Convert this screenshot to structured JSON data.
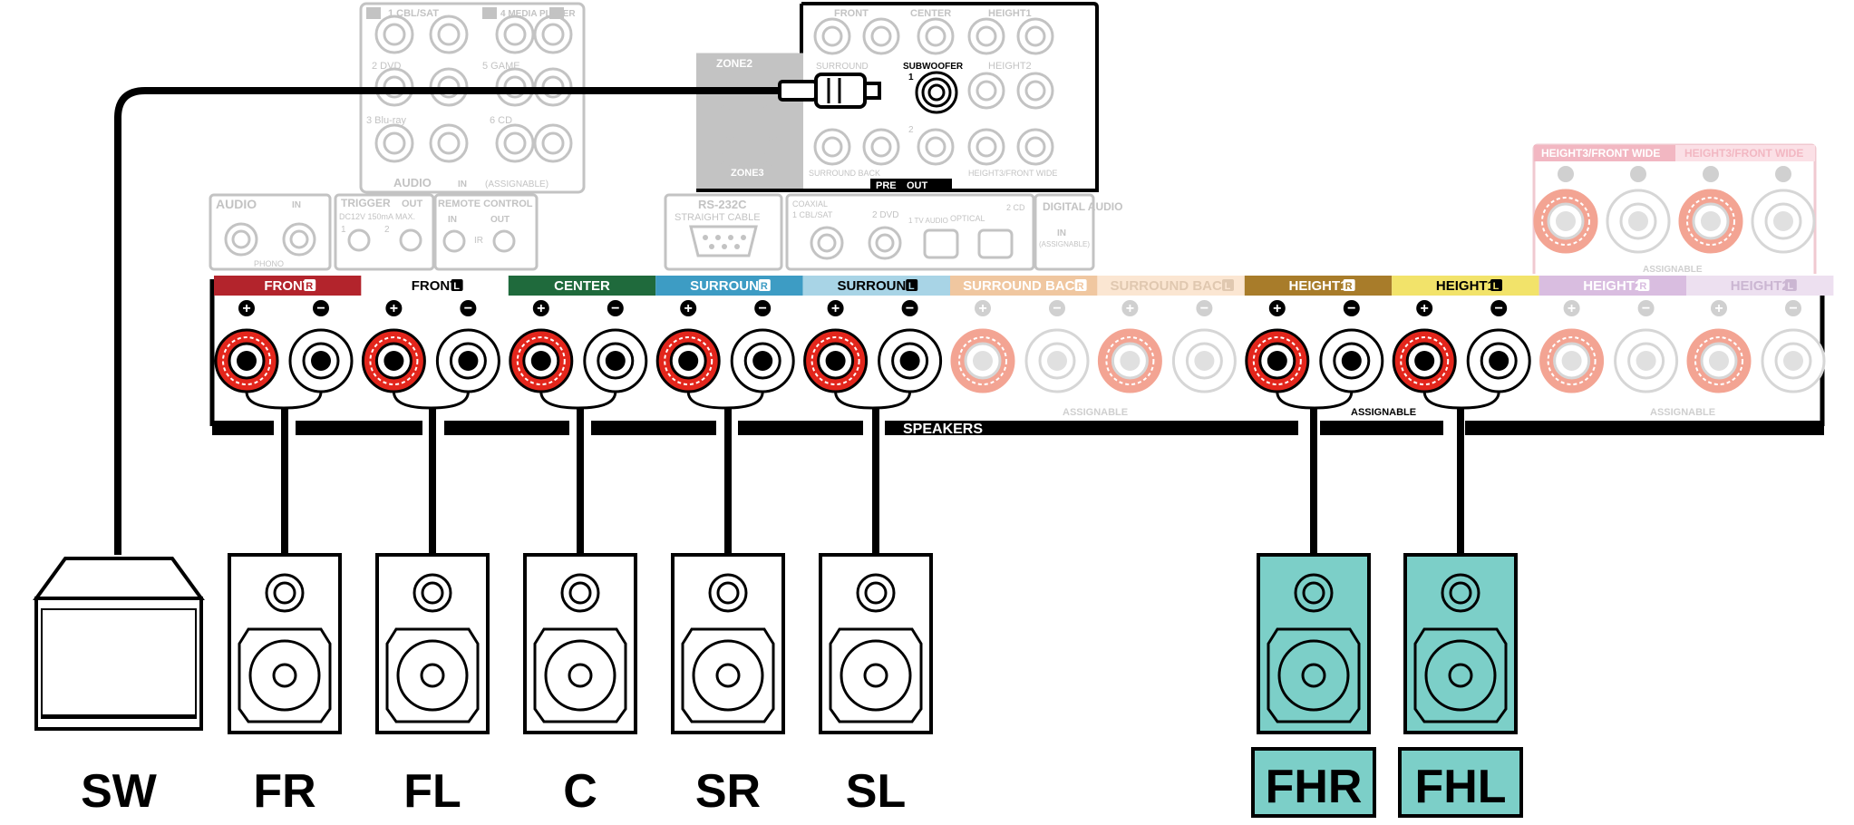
{
  "rear_panel": {
    "audio_in_labels": [
      "1 CBL/SAT",
      "4 MEDIA PLAYER",
      "2 DVD",
      "5 GAME",
      "3 Blu-ray",
      "6 CD"
    ],
    "audio_footer": "AUDIO",
    "audio_footer_in": "IN",
    "audio_footer_assignable": "(ASSIGNABLE)",
    "phono_title": "AUDIO",
    "phono_in": "IN",
    "phono_label": "PHONO",
    "trigger_title": "TRIGGER",
    "trigger_out": "OUT",
    "trigger_spec": "DC12V 150mA MAX.",
    "trigger_1": "1",
    "trigger_2": "2",
    "remote_title": "REMOTE CONTROL",
    "remote_in": "IN",
    "remote_out": "OUT",
    "remote_ir": "IR",
    "rs232_title": "RS-232C",
    "rs232_sub": "STRAIGHT CABLE",
    "coaxial": "COAXIAL",
    "coaxial_1": "1 CBL/SAT",
    "coaxial_2": "2 DVD",
    "optical": "OPTICAL",
    "optical_tv": "1 TV AUDIO",
    "optical_cd": "2 CD",
    "digital_audio": "DIGITAL AUDIO",
    "digital_in": "IN",
    "digital_assignable": "(ASSIGNABLE)",
    "zone2": "ZONE2",
    "zone3": "ZONE3",
    "pre_out_front": "FRONT",
    "pre_out_center": "CENTER",
    "pre_out_height1": "HEIGHT1",
    "pre_out_surround": "SURROUND",
    "pre_out_subwoofer": "SUBWOOFER",
    "pre_out_height2": "HEIGHT2",
    "pre_out_surround_back": "SURROUND BACK",
    "pre_out_height3": "HEIGHT3/FRONT WIDE",
    "pre_out_sub_1": "1",
    "pre_out_sub_2": "2",
    "pre_out_label": "PRE",
    "pre_out_label2": "OUT",
    "height3_right_label": "HEIGHT3/FRONT WIDE",
    "height3_left_label": "HEIGHT3/FRONT WIDE",
    "assignable_small": "ASSIGNABLE",
    "speakers_label": "SPEAKERS",
    "assignable_1": "ASSIGNABLE",
    "assignable_2": "ASSIGNABLE",
    "assignable_3": "ASSIGNABLE",
    "ch_r": "R",
    "ch_l": "L"
  },
  "channels": [
    {
      "label": "FRONT",
      "side": "R",
      "color": "#b3242c",
      "text": "#ffffff",
      "active": true
    },
    {
      "label": "FRONT",
      "side": "L",
      "color": "#ffffff",
      "text": "#000000",
      "active": true
    },
    {
      "label": "CENTER",
      "side": "",
      "color": "#1f6a3c",
      "text": "#ffffff",
      "active": true
    },
    {
      "label": "SURROUND",
      "side": "R",
      "color": "#3d9cc4",
      "text": "#ffffff",
      "active": true
    },
    {
      "label": "SURROUND",
      "side": "L",
      "color": "#a8d4e6",
      "text": "#000000",
      "active": true
    },
    {
      "label": "SURROUND BACK",
      "side": "R",
      "color": "#f0c7a0",
      "text": "#ffffff",
      "active": false
    },
    {
      "label": "SURROUND BACK",
      "side": "L",
      "color": "#fbe6d2",
      "text": "#e0c8b0",
      "active": false
    },
    {
      "label": "HEIGHT1",
      "side": "R",
      "color": "#a87c2a",
      "text": "#ffffff",
      "active": true
    },
    {
      "label": "HEIGHT1",
      "side": "L",
      "color": "#f2e36a",
      "text": "#000000",
      "active": true
    },
    {
      "label": "HEIGHT2",
      "side": "R",
      "color": "#d9bde0",
      "text": "#ffffff",
      "active": false
    },
    {
      "label": "HEIGHT2",
      "side": "L",
      "color": "#ede0f0",
      "text": "#cbb6d2",
      "active": false
    }
  ],
  "speakers": [
    {
      "label": "SW",
      "type": "subwoofer",
      "teal": false
    },
    {
      "label": "FR",
      "type": "speaker",
      "teal": false
    },
    {
      "label": "FL",
      "type": "speaker",
      "teal": false
    },
    {
      "label": "C",
      "type": "speaker",
      "teal": false
    },
    {
      "label": "SR",
      "type": "speaker",
      "teal": false
    },
    {
      "label": "SL",
      "type": "speaker",
      "teal": false
    },
    {
      "label": "FHR",
      "type": "speaker",
      "teal": true
    },
    {
      "label": "FHL",
      "type": "speaker",
      "teal": true
    }
  ],
  "colors": {
    "terminal_red": "#e3261c",
    "terminal_red_faded": "#f3a493",
    "speaker_teal": "#7ccfc8",
    "panel_grey": "#bfbfbf",
    "height3_tab": "#f2b7c2"
  }
}
